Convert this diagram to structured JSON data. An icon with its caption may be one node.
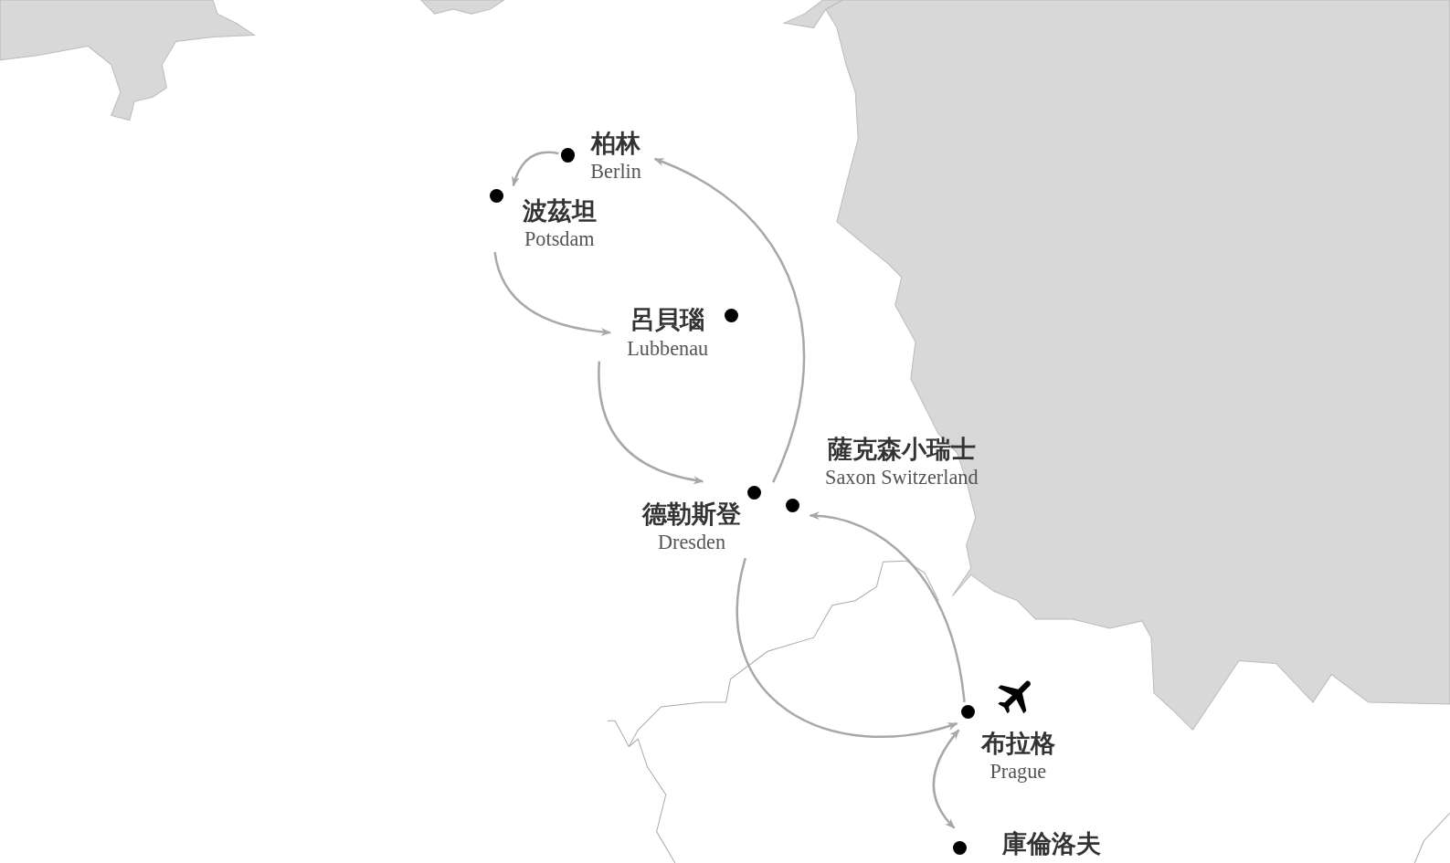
{
  "diagram": {
    "nodes": [
      {
        "text": [
          "柏林",
          "Berlin"
        ]
      },
      {
        "text": [
          "波茲坦",
          "Potsdam"
        ]
      },
      {
        "text": [
          "呂貝瑙",
          "Lubbenau"
        ]
      },
      {
        "text": [
          "德勒斯登",
          "Dresden"
        ]
      },
      {
        "text": [
          "薩克森小瑞士",
          "Saxon Switzerland"
        ]
      },
      {
        "text": [
          "布拉格",
          "Prague"
        ]
      },
      {
        "text": [
          "庫倫洛夫"
        ]
      }
    ],
    "edges": [
      {
        "from": 0,
        "to": 1,
        "arrow": "to"
      },
      {
        "from": 1,
        "to": 2,
        "arrow": "to"
      },
      {
        "from": 2,
        "to": 3,
        "arrow": "to"
      },
      {
        "from": 3,
        "to": 0,
        "arrow": "to"
      },
      {
        "from": 3,
        "to": 5,
        "arrow": "to"
      },
      {
        "from": 5,
        "to": 4,
        "arrow": "to"
      },
      {
        "from": 5,
        "to": 6,
        "arrow": "both"
      }
    ]
  }
}
